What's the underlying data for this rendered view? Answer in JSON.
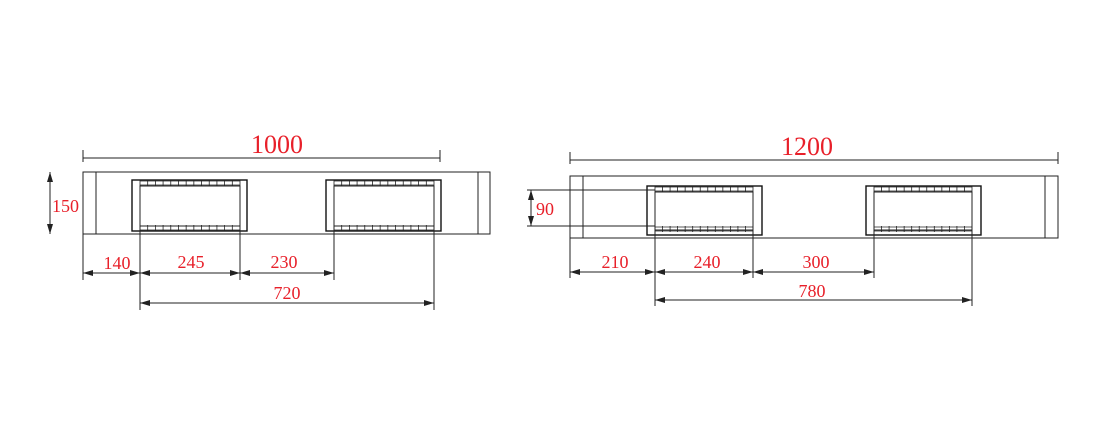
{
  "colors": {
    "dimension_text": "#e8202a",
    "lines": "#222222",
    "background": "#ffffff"
  },
  "left_view": {
    "overall_length": "1000",
    "height": "150",
    "edge_to_opening": "140",
    "opening_width": "245",
    "between_openings": "230",
    "span": "720"
  },
  "right_view": {
    "overall_length": "1200",
    "height": "90",
    "edge_to_opening": "210",
    "opening_width": "240",
    "between_openings": "300",
    "span": "780"
  }
}
